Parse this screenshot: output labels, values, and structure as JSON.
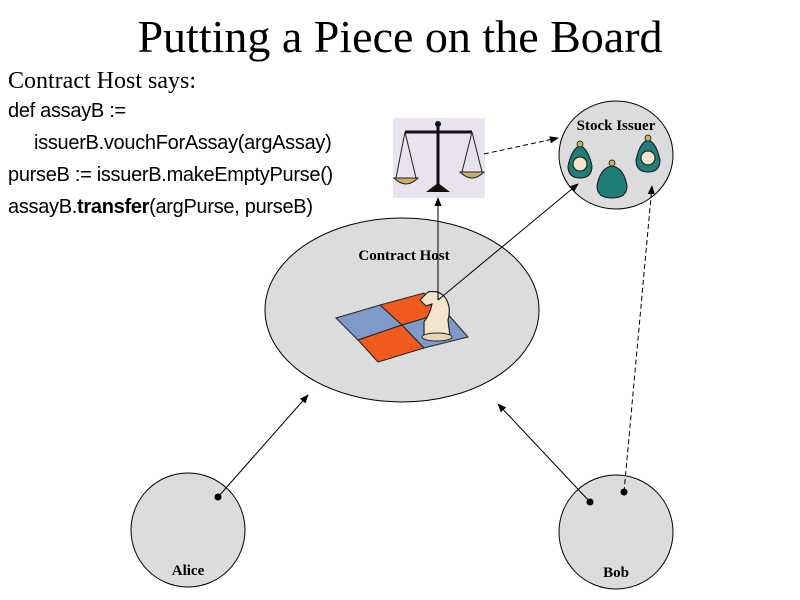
{
  "slide": {
    "title": "Putting a Piece on the Board",
    "intro": "Contract Host says:"
  },
  "code": {
    "line1": "def assayB :=",
    "line2": "issuerB.vouchForAssay(argAssay)",
    "line3": "purseB := issuerB.makeEmptyPurse()",
    "line4_pre": "assayB.",
    "line4_bold": "transfer",
    "line4_post": "(argPurse, purseB)"
  },
  "nodes": {
    "stock_issuer": "Stock Issuer",
    "contract_host": "Contract Host",
    "alice": "Alice",
    "bob": "Bob"
  },
  "colors": {
    "node_fill": "#dcdcdc",
    "board_orange": "#f05a1e",
    "board_blue": "#7f9ac8",
    "bag_teal": "#1f7f78"
  }
}
